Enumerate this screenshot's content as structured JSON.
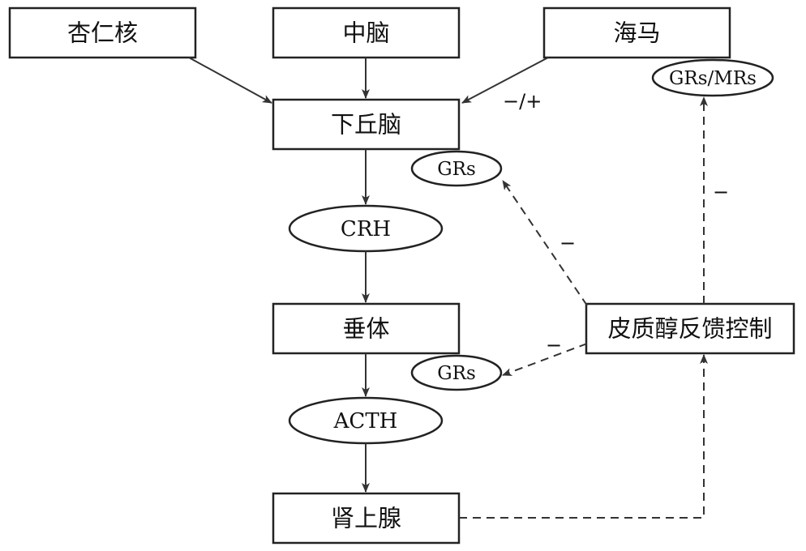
{
  "nodes": {
    "amygdala": "杏仁核",
    "midbrain": "中脑",
    "hippocampus": "海马",
    "hypothalamus": "下丘脑",
    "pituitary": "垂体",
    "adrenal": "肾上腺",
    "feedback": "皮质醇反馈控制"
  },
  "hormones": {
    "crh": "CRH",
    "acth": "ACTH"
  },
  "receptors": {
    "hippocampus": "GRs/MRs",
    "hypothalamus": "GRs",
    "pituitary": "GRs"
  },
  "signs": {
    "hippocampus_to_hypothalamus": "−/+",
    "feedback_to_hypothalamus": "−",
    "feedback_to_pituitary": "−",
    "feedback_to_hippocampus": "−"
  }
}
